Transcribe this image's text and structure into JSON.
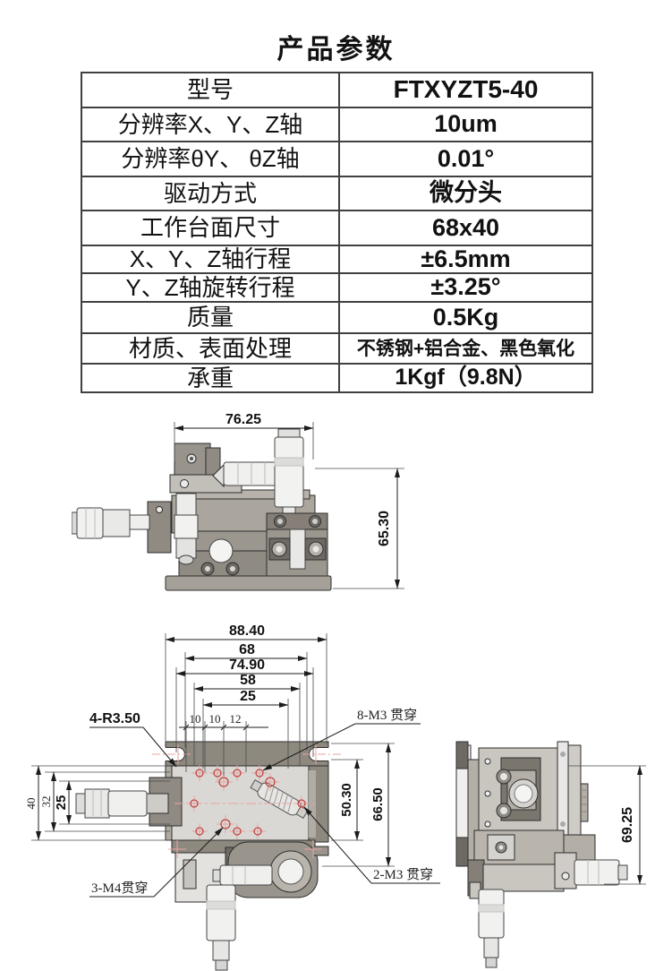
{
  "page": {
    "title": "产品参数"
  },
  "colors": {
    "table_border": "#404040",
    "hole_marker": "#c24743",
    "body_gray": "#a09b93"
  },
  "table": {
    "rows": [
      {
        "label": "型号",
        "value": "FTXYZT5-40"
      },
      {
        "label": "分辨率X、Y、Z轴",
        "value": "10um"
      },
      {
        "label": "分辨率θY、 θZ轴",
        "value": "0.01°"
      },
      {
        "label": "驱动方式",
        "value": "微分头"
      },
      {
        "label": "工作台面尺寸",
        "value": "68x40"
      },
      {
        "label": "X、Y、Z轴行程",
        "value": "±6.5mm"
      },
      {
        "label": "Y、Z轴旋转行程",
        "value": "±3.25°"
      },
      {
        "label": "质量",
        "value": "0.5Kg"
      },
      {
        "label": "材质、表面处理",
        "value": "不锈钢+铝合金、黑色氧化"
      },
      {
        "label": "承重",
        "value": "1Kgf（9.8N）"
      }
    ]
  },
  "drawings": {
    "side_view": {
      "width": "76.25",
      "height": "65.30"
    },
    "top_view": {
      "dim_88": "88.40",
      "dim_68": "68",
      "dim_74": "74.90",
      "dim_58": "58",
      "dim_25": "25",
      "chain": [
        "10",
        "10",
        "12"
      ],
      "left_dims": [
        "40",
        "32",
        "25"
      ],
      "right_dims": [
        "50.30",
        "66.50"
      ],
      "corner_label": "4-R3.50",
      "holes_top_label": "8-M3 贯穿",
      "holes_bottom_left_label": "3-M4贯穿",
      "holes_bottom_right_label": "2-M3 贯穿"
    },
    "end_view": {
      "height": "69.25"
    }
  }
}
